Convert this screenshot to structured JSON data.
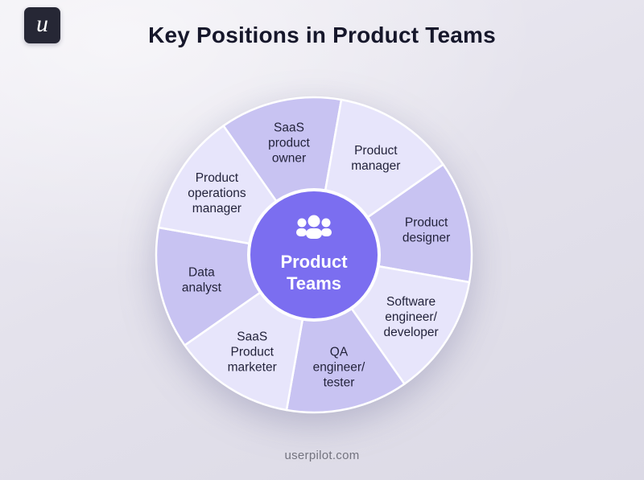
{
  "page": {
    "title": "Key Positions in Product Teams",
    "footer": "userpilot.com",
    "logo_letter": "u"
  },
  "colors": {
    "segment_dark": "#c8c3f2",
    "segment_light": "#e7e5fb",
    "segment_border": "#ffffff",
    "segment_label_text": "#23233b",
    "center_circle_fill": "#7b6ef0",
    "center_text": "#ffffff",
    "title_text": "#16172b",
    "logo_background": "#262735",
    "footer_text": "#73737f"
  },
  "wheel": {
    "center": {
      "icon": "people-icon",
      "label_lines": [
        "Product",
        "Teams"
      ]
    },
    "segments": [
      {
        "label_lines": [
          "SaaS",
          "product",
          "owner"
        ],
        "shade": "dark"
      },
      {
        "label_lines": [
          "Product",
          "manager"
        ],
        "shade": "light"
      },
      {
        "label_lines": [
          "Product",
          "designer"
        ],
        "shade": "dark"
      },
      {
        "label_lines": [
          "Software",
          "engineer/",
          "developer"
        ],
        "shade": "light"
      },
      {
        "label_lines": [
          "QA",
          "engineer/",
          "tester"
        ],
        "shade": "dark"
      },
      {
        "label_lines": [
          "SaaS",
          "Product",
          "marketer"
        ],
        "shade": "light"
      },
      {
        "label_lines": [
          "Data",
          "analyst"
        ],
        "shade": "dark"
      },
      {
        "label_lines": [
          "Product",
          "operations",
          "manager"
        ],
        "shade": "light"
      }
    ]
  }
}
